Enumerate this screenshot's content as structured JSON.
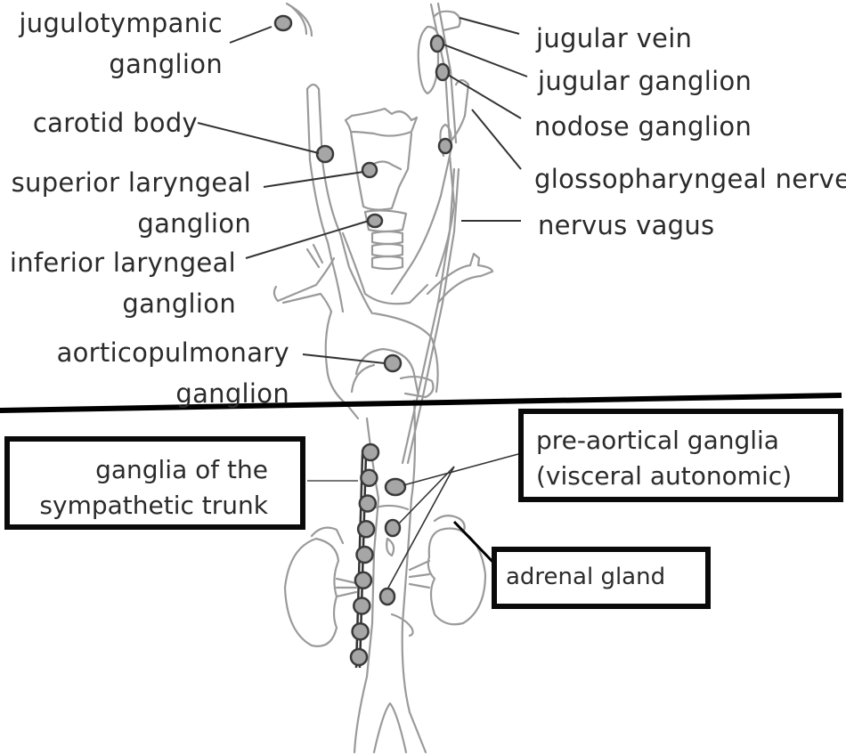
{
  "diagram": {
    "title": "Autonomic ganglia and paraganglia locations",
    "colors": {
      "outline": "#9a9a9a",
      "ganglion_fill": "#a6a6a6",
      "ganglion_stroke": "#3a3a3a",
      "leader": "#333333",
      "divider": "#000000",
      "box_border": "#0a0a0a",
      "text": "#2b2b2b"
    },
    "upper_region_labels": {
      "left": [
        {
          "id": "jugulotympanic",
          "lines": [
            "jugulotympanic",
            "ganglion"
          ]
        },
        {
          "id": "carotid-body",
          "lines": [
            "carotid body"
          ]
        },
        {
          "id": "superior-laryngeal",
          "lines": [
            "superior laryngeal",
            "ganglion"
          ]
        },
        {
          "id": "inferior-laryngeal",
          "lines": [
            "inferior laryngeal",
            "ganglion"
          ]
        },
        {
          "id": "aorticopulmonary",
          "lines": [
            "aorticopulmonary",
            "ganglion"
          ]
        }
      ],
      "right": [
        {
          "id": "jugular-vein",
          "lines": [
            "jugular vein"
          ]
        },
        {
          "id": "jugular-ganglion",
          "lines": [
            "jugular ganglion"
          ]
        },
        {
          "id": "nodose-ganglion",
          "lines": [
            "nodose ganglion"
          ]
        },
        {
          "id": "glossopharyngeal-nerve",
          "lines": [
            "glossopharyngeal nerve"
          ]
        },
        {
          "id": "nervus-vagus",
          "lines": [
            "nervus vagus"
          ]
        }
      ]
    },
    "lower_region_labels": {
      "sympathetic_trunk": {
        "lines": [
          "ganglia of the",
          "sympathetic trunk"
        ]
      },
      "pre_aortical": {
        "lines": [
          "pre-aortical ganglia",
          "(visceral autonomic)"
        ]
      },
      "adrenal": {
        "lines": [
          "adrenal gland"
        ]
      }
    },
    "counts": {
      "sympathetic_chain_ganglia": 9,
      "pre_aortical_ganglia": 3
    }
  }
}
